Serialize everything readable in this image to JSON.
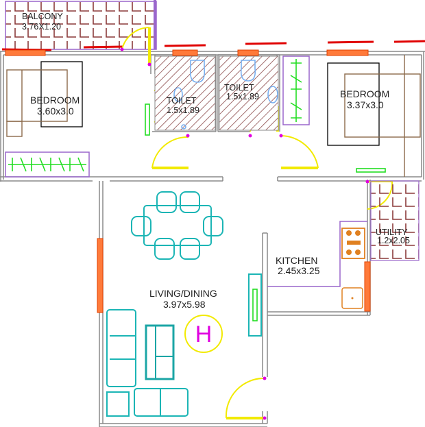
{
  "rooms": {
    "balcony": {
      "name": "BALCONY",
      "size": "3.76X1.20"
    },
    "bedroom_left": {
      "name": "BEDROOM",
      "size": "3.60x3.0"
    },
    "toilet_left": {
      "name": "TOILET",
      "size": "1.5x1.89"
    },
    "toilet_right": {
      "name": "TOILET",
      "size": "1.5x1.89"
    },
    "bedroom_right": {
      "name": "BEDROOM",
      "size": "3.37x3.0"
    },
    "utility": {
      "name": "UTILITY",
      "size": "1.2x2.05"
    },
    "kitchen": {
      "name": "KITCHEN",
      "size": "2.45x3.25"
    },
    "living": {
      "name": "LIVING/DINING",
      "size": "3.97x5.98"
    }
  },
  "symbols": {
    "h_marker": "H"
  },
  "colors": {
    "wall": "#8a8a8a",
    "door": "#f2ea00",
    "window": "#ff7a3a",
    "furniture": "#1bb5b5",
    "wardrobe": "#22dd22",
    "marker": "#e000e0",
    "tile": "#8b3a3a"
  }
}
